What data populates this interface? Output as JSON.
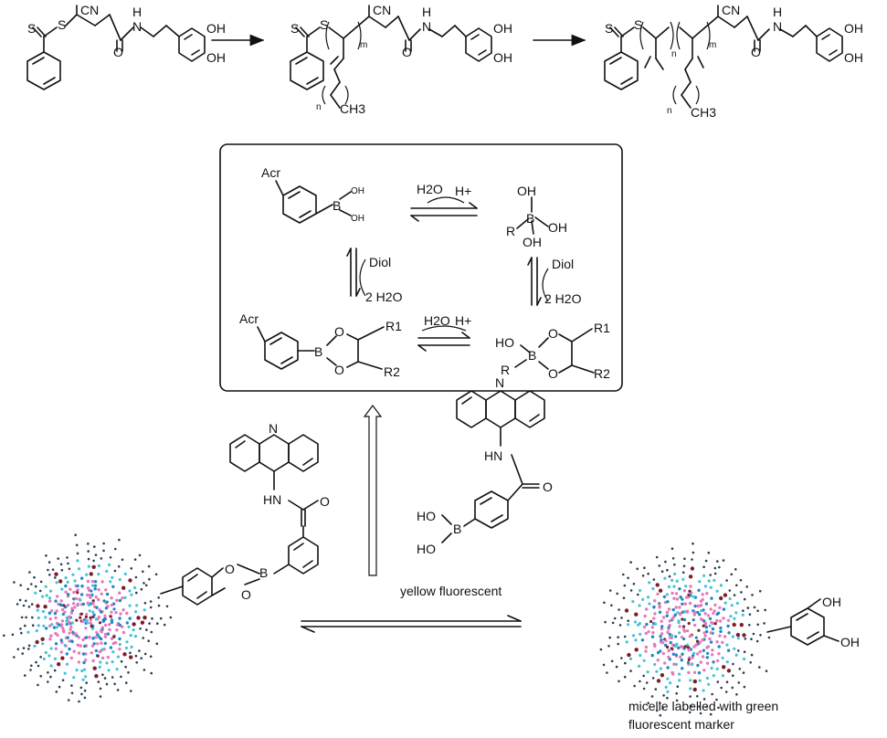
{
  "top_scheme": {
    "s1_cn": "CN",
    "s1_s1": "S",
    "s1_s2": "S",
    "s1_oh1": "OH",
    "s1_oh2": "OH",
    "s1_h": "H",
    "s1_n": "N",
    "s1_o": "O",
    "s2_cn": "CN",
    "s2_s1": "S",
    "s2_s2": "S",
    "s2_m": "m",
    "s2_oh1": "OH",
    "s2_oh2": "OH",
    "s2_h": "H",
    "s2_n": "N",
    "s2_o": "O",
    "s2_n_sub": "n",
    "s2_ch3": "CH3",
    "s3_cn": "CN",
    "s3_s1": "S",
    "s3_s2": "S",
    "s3_n": "n",
    "s3_m": "m",
    "s3_oh1": "OH",
    "s3_oh2": "OH",
    "s3_h": "H",
    "s3_nn": "N",
    "s3_o": "O",
    "s3_n_sub": "n",
    "s3_ch3": "CH3"
  },
  "box": {
    "acr1": "Acr",
    "oh_a": "OH",
    "oh_b": "OH",
    "b1": "B",
    "h2o_top": "H2O",
    "hplus_top": "H+",
    "oh_c": "OH",
    "oh_d": "OH",
    "oh_e": "OH",
    "b2": "B",
    "r1": "R",
    "diol_left": "Diol",
    "h2o_left": "2 H2O",
    "diol_right": "Diol",
    "h2o_right": "2 H2O",
    "acr2": "Acr",
    "b3": "B",
    "o_a": "O",
    "o_b": "O",
    "r1a": "R1",
    "r2a": "R2",
    "h2o_mid": "H2O",
    "hplus_mid": "H+",
    "ho_f": "HO",
    "b4": "B",
    "r_f": "R",
    "o_c": "O",
    "o_d": "O",
    "r1b": "R1",
    "r2b": "R2"
  },
  "bottom": {
    "n_left": "N",
    "hn_left": "HN",
    "o_left": "O",
    "b_left": "B",
    "o1_left": "O",
    "o2_left": "O",
    "n_right": "N",
    "hn_right": "HN",
    "o_right": "O",
    "b_right": "B",
    "ho1_right": "HO",
    "ho2_right": "HO",
    "yellow_label": "yellow fluorescent",
    "oh1_cat": "OH",
    "oh2_cat": "OH",
    "micelle_label_line1": "micelle labelled with green",
    "micelle_label_line2": "fluorescent marker"
  },
  "colors": {
    "pink": "#e879b9",
    "cyan": "#45c3d6",
    "darkred": "#7a1f2b",
    "blue": "#1e88c8",
    "navy": "#2b3d4f"
  }
}
